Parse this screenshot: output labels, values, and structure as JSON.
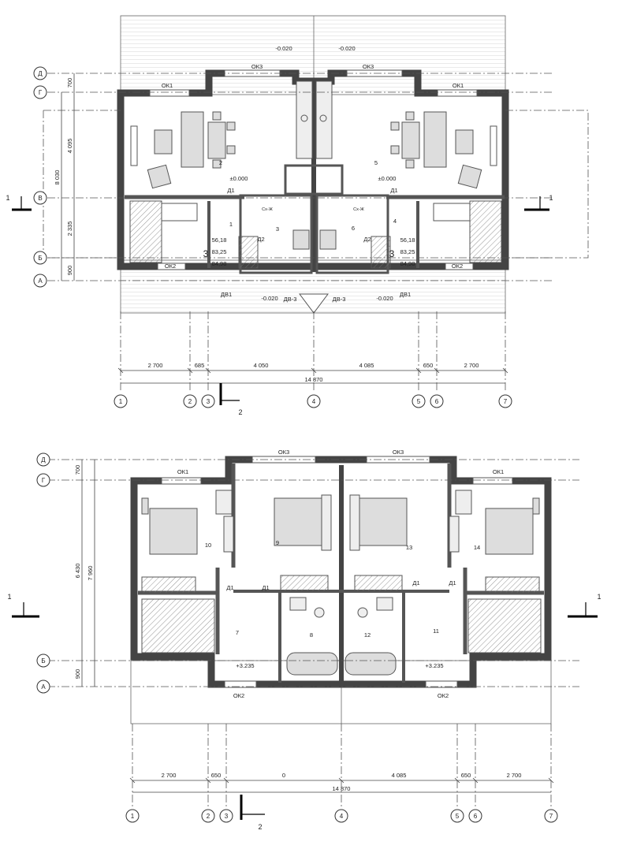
{
  "ground_floor": {
    "elevations": [
      "-0.020",
      "-0.020",
      "-0.020",
      "-0.020"
    ],
    "floor_level_left": "±0.000",
    "floor_level_right": "±0.000",
    "axis_rows": [
      "Д",
      "Г",
      "В",
      "Б",
      "А"
    ],
    "axis_columns": [
      "1",
      "2",
      "3",
      "4",
      "5",
      "6",
      "7"
    ],
    "row_dims": [
      "700",
      "4 095",
      "2 335",
      "900"
    ],
    "total_height": "8 030",
    "col_dims": [
      "2 700",
      "685",
      "4 050",
      "4 085",
      "650",
      "2 700"
    ],
    "total_width": "14 870",
    "windows": [
      "ОК1",
      "ОК3",
      "ОК3",
      "ОК1",
      "ОК2",
      "ОК2"
    ],
    "doors": [
      "Д1",
      "Д1",
      "Д2",
      "Д2",
      "ДВ1",
      "ДВ1",
      "ДВ-3",
      "ДВ-3"
    ],
    "rooms": [
      "1",
      "2",
      "3",
      "4",
      "5",
      "6"
    ],
    "boiler_tags": [
      "Сх-Ж",
      "Сх-Ж"
    ],
    "area_left": [
      "56,18",
      "83,25",
      "84,98"
    ],
    "area_right": [
      "56,18",
      "83,25",
      "84,98"
    ],
    "apt_number": "3",
    "section_mark": "1",
    "section_mark_2": "2"
  },
  "upper_floor": {
    "axis_rows": [
      "Д",
      "Г",
      "Б",
      "А"
    ],
    "axis_columns": [
      "1",
      "2",
      "3",
      "4",
      "5",
      "6",
      "7"
    ],
    "row_dims": [
      "700",
      "6 430",
      "900"
    ],
    "total_height": "7 960",
    "col_dims": [
      "2 700",
      "650",
      "0",
      "4 085",
      "650",
      "2 700"
    ],
    "total_width": "14 870",
    "windows": [
      "ОК3",
      "ОК3",
      "ОК1",
      "ОК1",
      "ОК2",
      "ОК2"
    ],
    "doors": [
      "Д1",
      "Д1",
      "Д1",
      "Д1"
    ],
    "rooms": [
      "7",
      "8",
      "9",
      "10",
      "11",
      "12",
      "13",
      "14"
    ],
    "level_left": "+3.235",
    "level_right": "+3.235",
    "section_mark": "1",
    "section_mark_2": "2"
  }
}
